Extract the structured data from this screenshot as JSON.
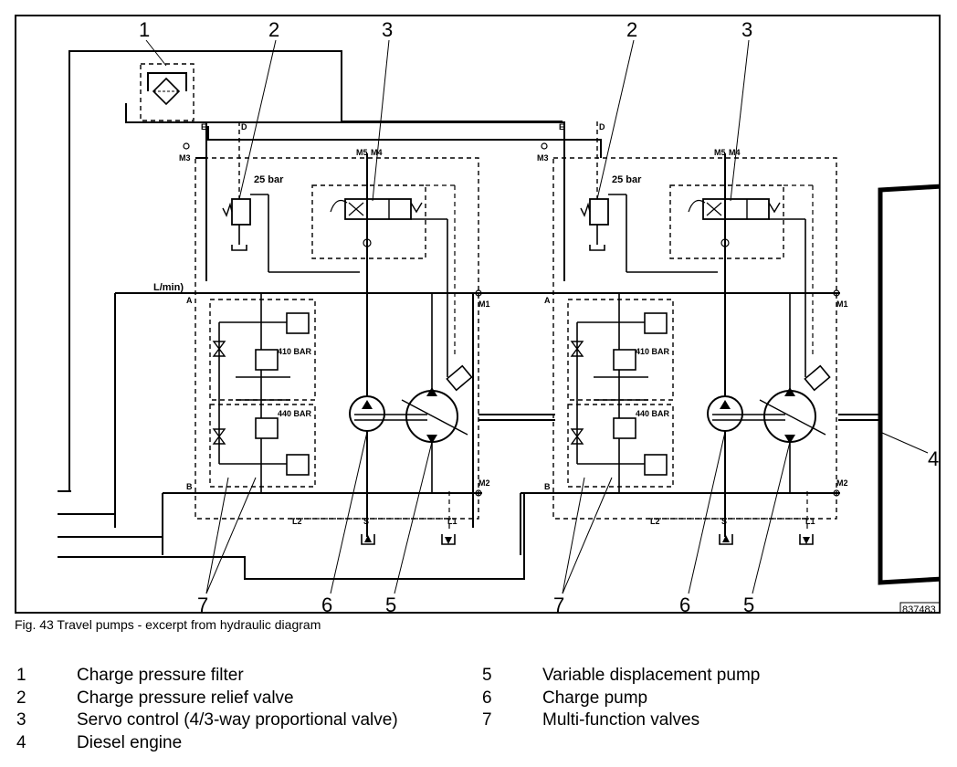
{
  "figure": {
    "caption": "Fig. 43 Travel pumps - excerpt from hydraulic diagram",
    "drawing_id": "837483",
    "callouts": {
      "c1": "1",
      "c2": "2",
      "c3": "3",
      "c4": "4",
      "c5": "5",
      "c6": "6",
      "c7": "7"
    },
    "labels": {
      "pressure": "25 bar",
      "flow": "L/min)",
      "port_a": "A",
      "port_b": "B",
      "port_e": "E",
      "port_d": "D",
      "port_m1": "M1",
      "port_m2": "M2",
      "port_m3": "M3",
      "port_m4": "M4",
      "port_m5": "M5",
      "port_s": "S",
      "port_l1": "L1",
      "port_l2": "L2",
      "mfv_410": "410 BAR",
      "mfv_440": "440 BAR"
    }
  },
  "legend": {
    "left": [
      {
        "num": "1",
        "text": "Charge pressure filter"
      },
      {
        "num": "2",
        "text": "Charge pressure relief valve"
      },
      {
        "num": "3",
        "text": "Servo control (4/3-way proportional valve)"
      },
      {
        "num": "4",
        "text": "Diesel engine"
      }
    ],
    "right": [
      {
        "num": "5",
        "text": "Variable displacement pump"
      },
      {
        "num": "6",
        "text": "Charge pump"
      },
      {
        "num": "7",
        "text": "Multi-function valves"
      }
    ]
  }
}
